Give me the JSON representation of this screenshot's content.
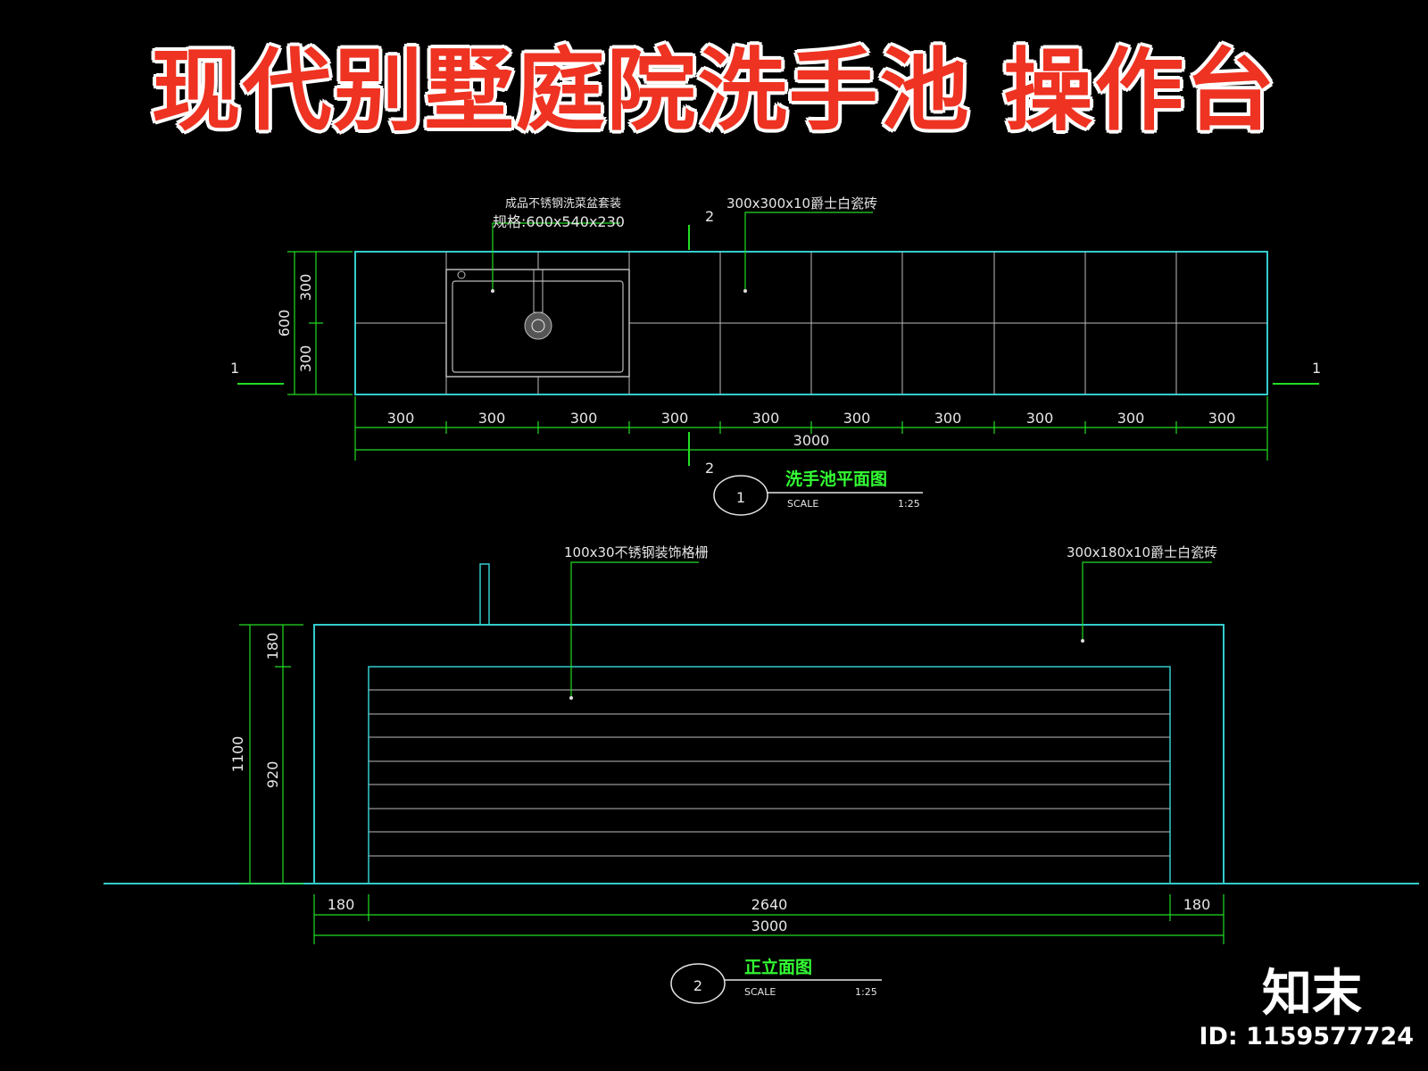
{
  "title": "现代别墅庭院洗手池 操作台",
  "plan": {
    "sink_label": "成品不锈钢洗菜盆套装",
    "sink_spec": "规格:600x540x230",
    "tile_label": "300x300x10爵士白瓷砖",
    "section_marker_top": "2",
    "section_marker_bottom": "2",
    "marker_left": "1",
    "marker_right": "1",
    "dim_600": "600",
    "dim_300_a": "300",
    "dim_300_b": "300",
    "bottom_dims": [
      "300",
      "300",
      "300",
      "300",
      "300",
      "300",
      "300",
      "300",
      "300",
      "300"
    ],
    "total": "3000",
    "drawing_number": "1",
    "drawing_title": "洗手池平面图",
    "scale_label": "SCALE",
    "scale_value": "1:25"
  },
  "elevation": {
    "grille_label": "100x30不锈钢装饰格栅",
    "tile_label": "300x180x10爵士白瓷砖",
    "dim_1100": "1100",
    "dim_180_v": "180",
    "dim_920": "920",
    "dim_180_left": "180",
    "dim_2640": "2640",
    "dim_180_right": "180",
    "total": "3000",
    "drawing_number": "2",
    "drawing_title": "正立面图",
    "scale_label": "SCALE",
    "scale_value": "1:25"
  },
  "watermark": {
    "brand": "知末",
    "id_text": "ID: 1159577724"
  },
  "colors": {
    "cyan": "#33cccc",
    "green": "#22dd22",
    "title_red": "#ee3322",
    "grid": "#bbbbbb"
  }
}
